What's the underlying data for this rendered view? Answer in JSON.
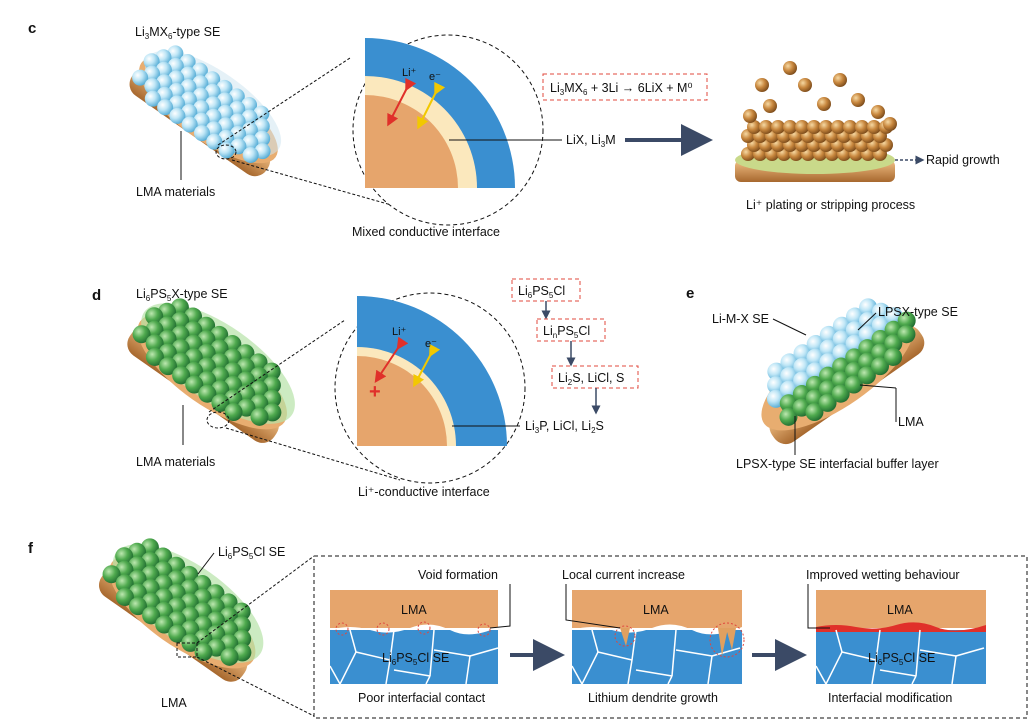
{
  "panels": {
    "c": {
      "letter": "c",
      "se_label_parts": [
        "Li",
        "3",
        "MX",
        "6",
        "-type SE"
      ],
      "lma_label": "LMA materials",
      "li_plus": "Li⁺",
      "e_minus": "e⁻",
      "reaction_parts": [
        "Li",
        "3",
        "MX",
        "6",
        " + 3Li → 6LiX + M⁰"
      ],
      "products_parts": [
        "LiX, Li",
        "3",
        "M"
      ],
      "interface_label": "Mixed conductive interface",
      "growth_label": "Rapid growth",
      "process_label": "Li⁺ plating or stripping process"
    },
    "d": {
      "letter": "d",
      "se_label_parts": [
        "Li",
        "6",
        "PS",
        "5",
        "X-type SE"
      ],
      "lma_label": "LMA materials",
      "li_plus": "Li⁺",
      "e_minus": "e⁻",
      "step1_parts": [
        "Li",
        "6",
        "PS",
        "5",
        "Cl"
      ],
      "step2_parts": [
        "Li",
        "n",
        "PS",
        "5",
        "Cl"
      ],
      "step3_parts": [
        "Li",
        "2",
        "S, LiCl, S"
      ],
      "final_parts": [
        "Li",
        "3",
        "P, LiCl, Li",
        "2",
        "S"
      ],
      "interface_label": "Li⁺-conductive interface"
    },
    "e": {
      "letter": "e",
      "limx_label": "Li-M-X SE",
      "lpsx_label": "LPSX-type SE",
      "lma_label": "LMA",
      "buffer_label": "LPSX-type SE interfacial buffer layer"
    },
    "f": {
      "letter": "f",
      "se_label_parts": [
        "Li",
        "6",
        "PS",
        "5",
        "Cl SE"
      ],
      "lma_label": "LMA",
      "box_lma": "LMA",
      "se_box_parts": [
        "Li",
        "6",
        "PS",
        "5",
        "Cl SE"
      ],
      "void_label": "Void formation",
      "current_label": "Local current increase",
      "wetting_label": "Improved wetting behaviour",
      "caption1": "Poor interfacial contact",
      "caption2": "Lithium dendrite growth",
      "caption3": "Interfacial modification"
    }
  },
  "colors": {
    "lma": "#e6a56c",
    "se_blue": "#3a8fd0",
    "interface_cream": "#fbe8bd",
    "sphere_blue": "#8fd0ec",
    "sphere_green": "#47a64b",
    "arrow_navy": "#3b4a66",
    "dash_red": "#e0483e",
    "dendrite": "#e0a060",
    "wetting_red": "#e0302a"
  }
}
